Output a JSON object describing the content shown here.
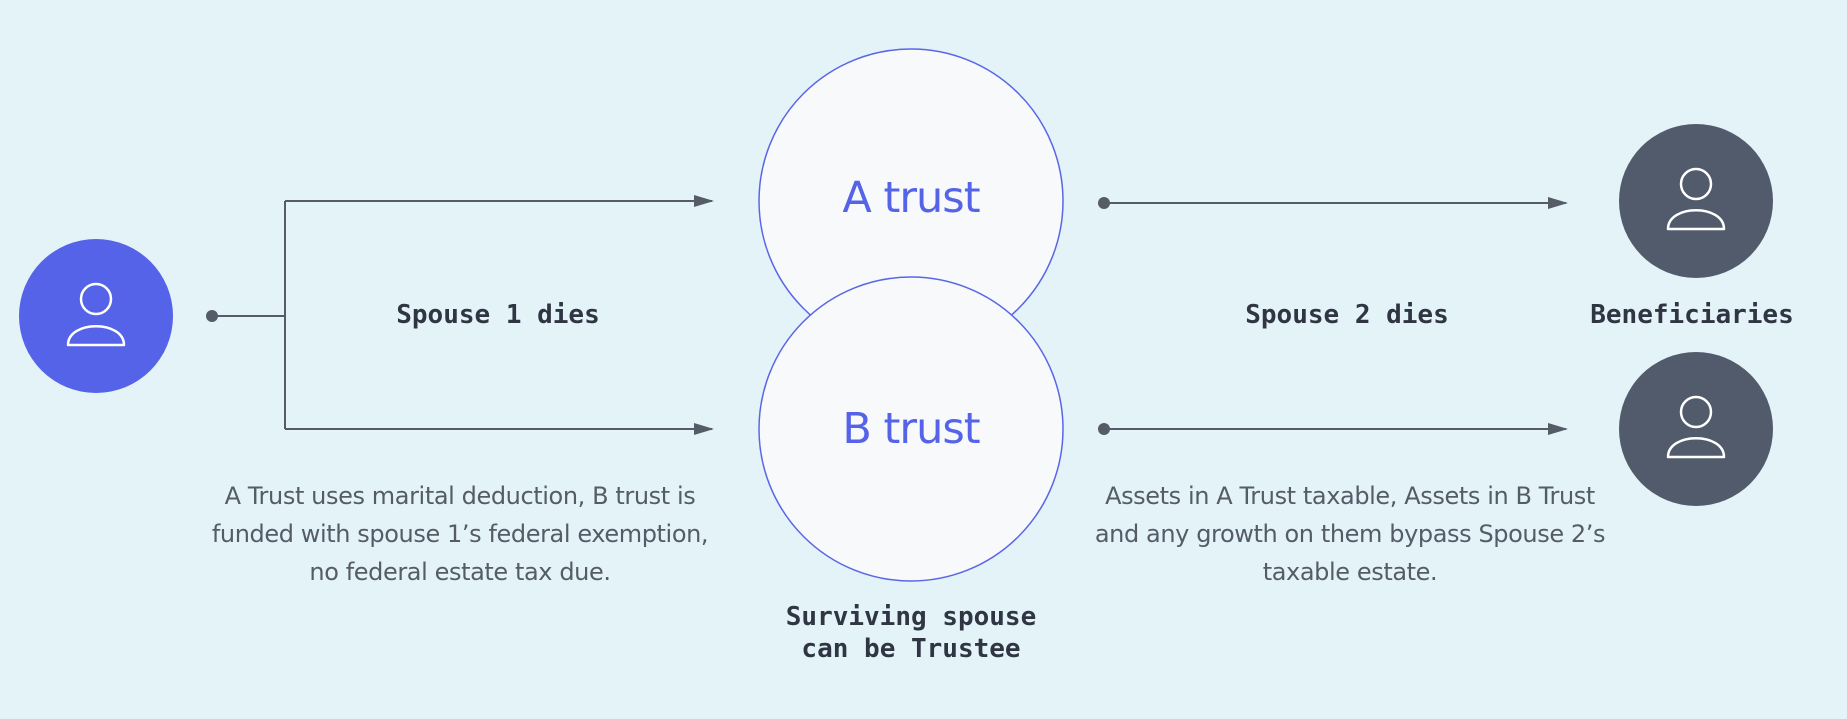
{
  "diagram": {
    "trust_a_label": "A trust",
    "trust_b_label": "B trust",
    "spouse1_event": "Spouse 1 dies",
    "spouse2_event": "Spouse 2 dies",
    "beneficiaries_label": "Beneficiaries",
    "surviving_spouse_line1": "Surviving spouse",
    "surviving_spouse_line2": "can be Trustee",
    "left_description": "A Trust uses marital deduction, B trust is funded with spouse 1’s federal exemption, no federal estate tax due.",
    "right_description": "Assets in A Trust taxable, Assets in B Trust and any growth on them bypass Spouse 2’s taxable estate."
  },
  "colors": {
    "background": "#e3f3f8",
    "spouse_circle": "#5563e8",
    "beneficiary_circle": "#525b6b",
    "trust_fill": "#f7f9fb",
    "trust_stroke": "#5a66e6",
    "connector": "#555c68",
    "trust_text": "#5563e8"
  }
}
